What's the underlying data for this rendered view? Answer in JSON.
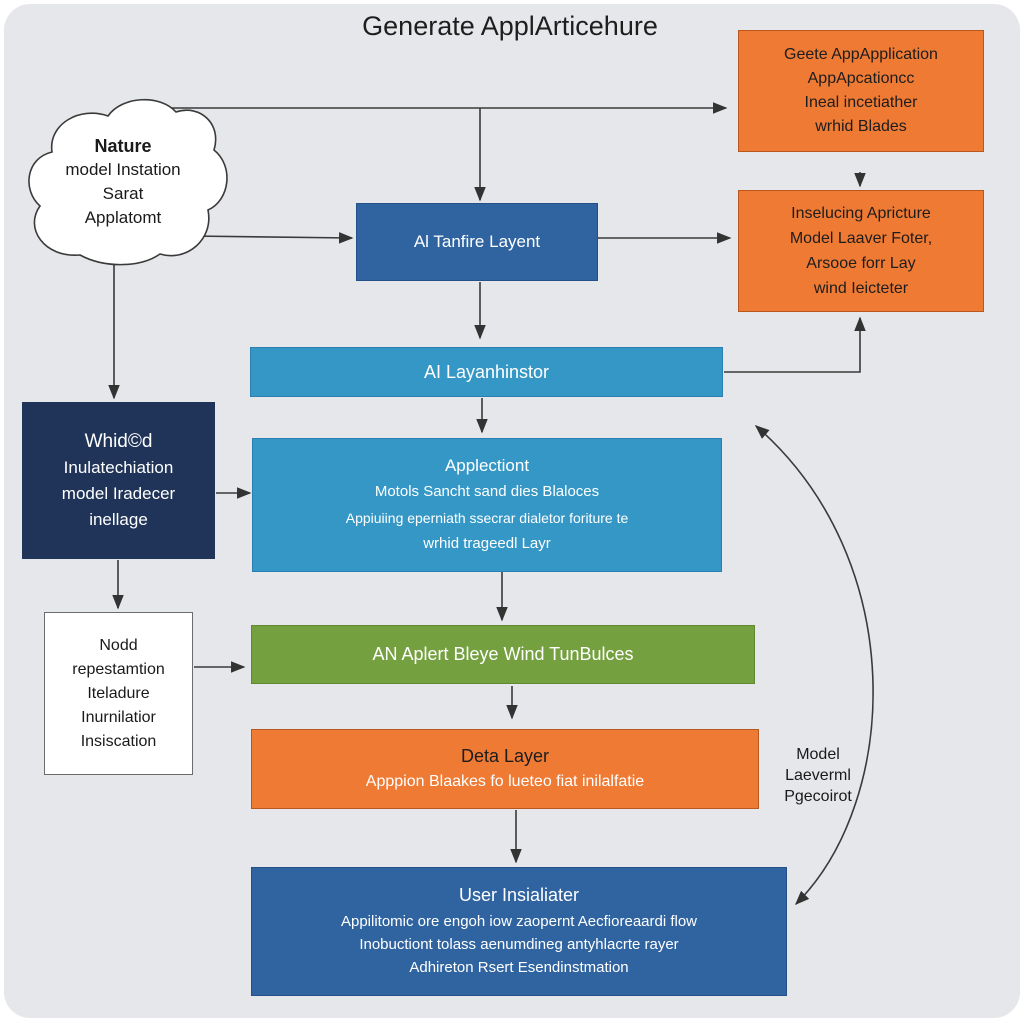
{
  "title": "Generate ApplArticehure",
  "nodes": {
    "cloud": {
      "lines": [
        "Nature",
        "model Instation",
        "Sarat",
        "Applatomt"
      ]
    },
    "orange_top": {
      "lines": [
        "Geete AppApplication",
        "AppApcationcc",
        "Ineal incetiather",
        "wrhid Blades"
      ]
    },
    "orange_mid": {
      "lines": [
        "Inselucing Apricture",
        "Model Laaver Foter,",
        "Arsooe forr Lay",
        "wind Ieicteter"
      ]
    },
    "tanfire": {
      "lines": [
        "Al Tanfire Layent"
      ]
    },
    "ai_layer": {
      "lines": [
        "AI Layanhinstor"
      ]
    },
    "whidod": {
      "lines": [
        "Whid©d",
        "Inulatechiation",
        "model Iradecer",
        "inellage"
      ]
    },
    "applicetion": {
      "lines": [
        "Applectiont",
        "Motols Sancht sand dies Blaloces",
        "Appiuiing eperniath ssecrar dialetor foriture te",
        "wrhid trageedl Layr"
      ]
    },
    "white_box": {
      "lines": [
        "Nodd",
        "repestamtion",
        "Iteladure",
        "Inurnilatior",
        "Insiscation"
      ]
    },
    "green": {
      "lines": [
        "AN Aplert Bleye Wind TunBulces"
      ]
    },
    "data_layer": {
      "lines": [
        "Deta Layer",
        "Apppion Blaakes fo lueteo fiat inilalfatie"
      ]
    },
    "side_label": {
      "lines": [
        "Model",
        "Laeverml",
        "Pgecoirot"
      ]
    },
    "user": {
      "lines": [
        "User Insialiater",
        "Appilitomic ore engoh iow zaopernt Aecfioreaardi flow",
        "Inobuctiont tolass aenumdineg antyhlacrte rayer",
        "Adhireton Rsert Esendinstmation"
      ]
    }
  }
}
